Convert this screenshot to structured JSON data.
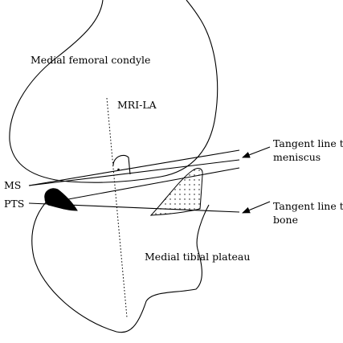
{
  "labels": {
    "femur": "Medial femoral condyle",
    "axis": "MRI-LA",
    "ms": "MS",
    "pts": "PTS",
    "tangent_meniscus_line1": "Tangent line to",
    "tangent_meniscus_line2": "meniscus",
    "tangent_bone_line1": "Tangent line to",
    "tangent_bone_line2": "bone",
    "tibia": "Medial tibial plateau"
  },
  "colors": {
    "stroke": "#000000",
    "background": "#ffffff"
  }
}
